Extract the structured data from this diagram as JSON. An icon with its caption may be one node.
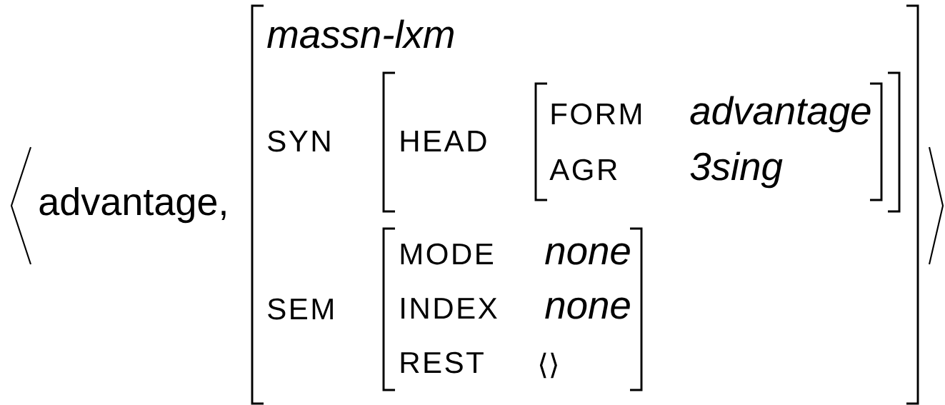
{
  "diagram": {
    "nodes": [
      {
        "text": [
          "advantage,"
        ]
      },
      {
        "text": [
          "massn-lxm",
          "SYN",
          "SEM"
        ]
      },
      {
        "text": [
          "HEAD"
        ],
        "in": 1
      },
      {
        "text": [
          "FORM",
          "advantage",
          "AGR",
          "3sing"
        ],
        "in": 2
      },
      {
        "text": [
          "MODE",
          "none",
          "INDEX",
          "none",
          "REST",
          "⟨⟩"
        ],
        "in": 1
      }
    ]
  }
}
